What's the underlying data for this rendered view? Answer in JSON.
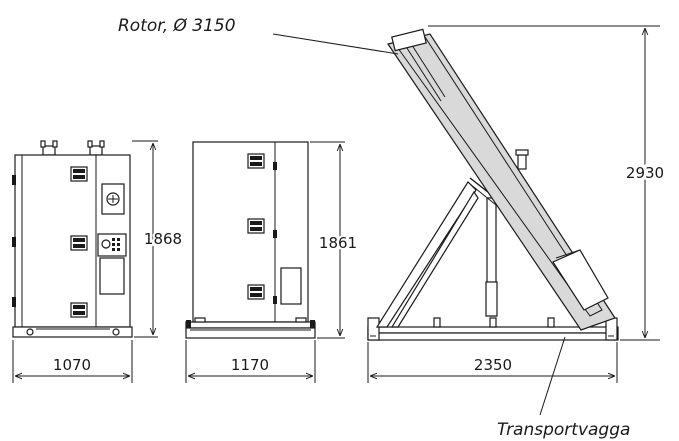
{
  "callouts": {
    "rotor": "Rotor, Ø 3150",
    "transport": "Transportvagga"
  },
  "dimensions": {
    "view1_height": "1868",
    "view1_width": "1070",
    "view2_height": "1861",
    "view2_width": "1170",
    "view3_height": "2930",
    "view3_width": "2350"
  },
  "colors": {
    "line": "#1a1a1a",
    "rotor_fill": "#d9d9d9",
    "background": "#ffffff"
  }
}
